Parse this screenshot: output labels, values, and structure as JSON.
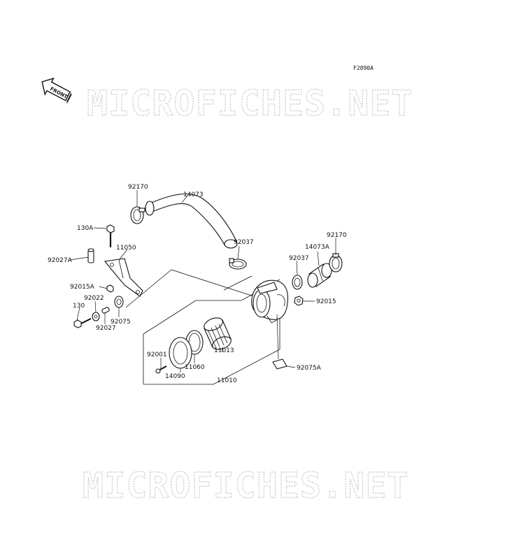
{
  "diagram": {
    "figure_code": "F2890A",
    "front_label": "FRONT",
    "watermark_top": "MICROFICHES.NET",
    "watermark_bottom": "MICROFICHES.NET",
    "parts": [
      {
        "id": "p92170a",
        "label": "92170"
      },
      {
        "id": "p14073",
        "label": "14073"
      },
      {
        "id": "p130A",
        "label": "130A"
      },
      {
        "id": "p11050",
        "label": "11050"
      },
      {
        "id": "p92027A",
        "label": "92027A"
      },
      {
        "id": "p92037a",
        "label": "92037"
      },
      {
        "id": "p92170b",
        "label": "92170"
      },
      {
        "id": "p14073A",
        "label": "14073A"
      },
      {
        "id": "p92037b",
        "label": "92037"
      },
      {
        "id": "p92015A",
        "label": "92015A"
      },
      {
        "id": "p92022",
        "label": "92022"
      },
      {
        "id": "p130",
        "label": "130"
      },
      {
        "id": "p92075",
        "label": "92075"
      },
      {
        "id": "p92027",
        "label": "92027"
      },
      {
        "id": "p92015",
        "label": "92015"
      },
      {
        "id": "p11013",
        "label": "11013"
      },
      {
        "id": "p92001",
        "label": "92001"
      },
      {
        "id": "p11060",
        "label": "11060"
      },
      {
        "id": "p14090",
        "label": "14090"
      },
      {
        "id": "p11010",
        "label": "11010"
      },
      {
        "id": "p92075A",
        "label": "92075A"
      }
    ]
  }
}
